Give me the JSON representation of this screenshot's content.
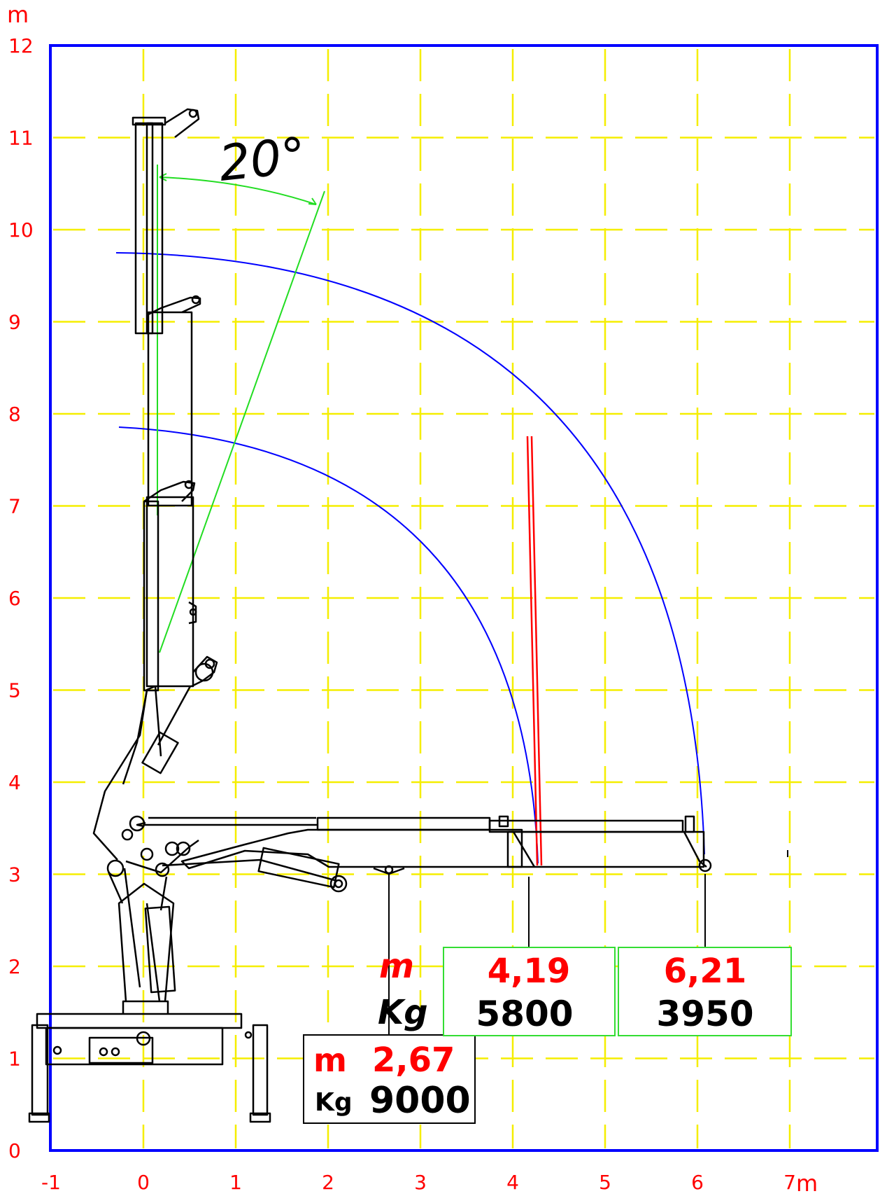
{
  "axes": {
    "x_ticks": [
      "-1",
      "0",
      "1",
      "2",
      "3",
      "4",
      "5",
      "6",
      "7"
    ],
    "x_unit": "m",
    "y_ticks": [
      "0",
      "1",
      "2",
      "3",
      "4",
      "5",
      "6",
      "7",
      "8",
      "9",
      "10",
      "11",
      "12"
    ],
    "y_unit": "m"
  },
  "angle_label": "20°",
  "load_points": [
    {
      "unit_m": "m",
      "unit_kg": "Kg",
      "reach": "2,67",
      "load": "9000"
    },
    {
      "unit_m": "m",
      "unit_kg": "Kg",
      "reach": "4,19",
      "load": "5800"
    },
    {
      "reach": "6,21",
      "load": "3950"
    }
  ],
  "colors": {
    "frame": "#0000ff",
    "grid": "#ffff00",
    "labels": "#ff0000",
    "arc": "#0000ff",
    "angle_line": "#00dd00",
    "box_green": "#33dd33",
    "box_black": "#000000",
    "crane": "#000000"
  }
}
